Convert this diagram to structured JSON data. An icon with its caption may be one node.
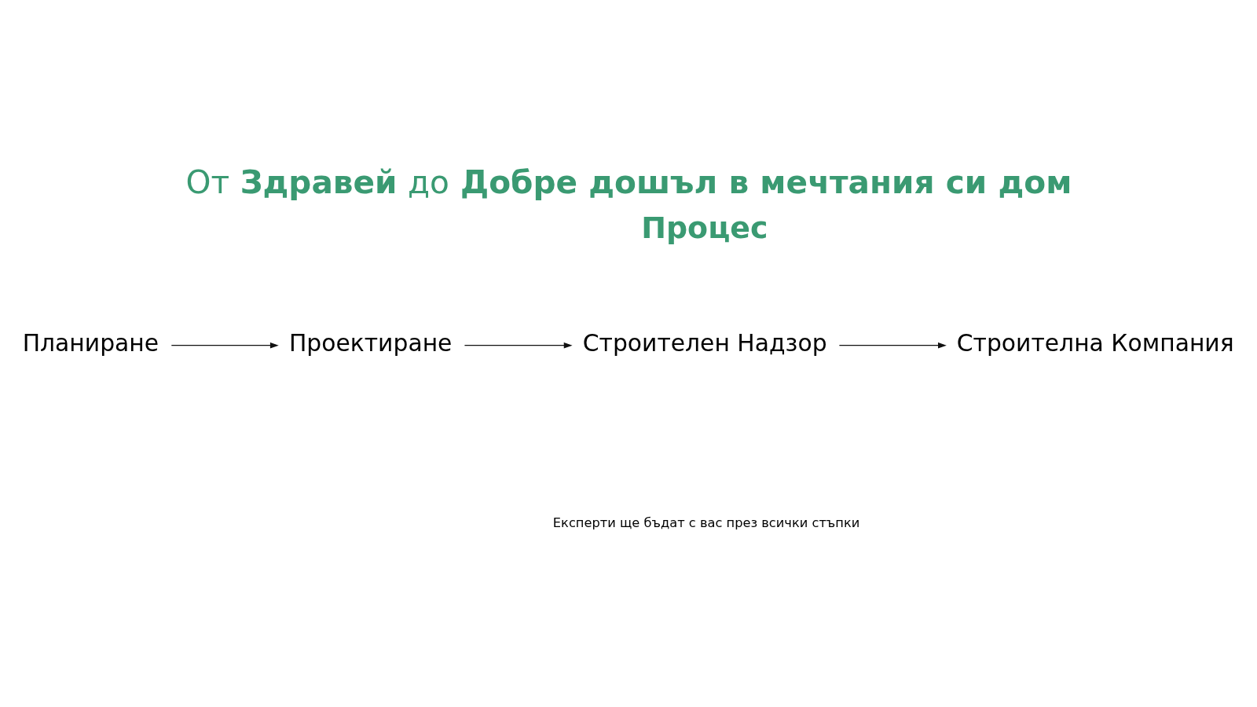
{
  "diagram": {
    "title": "От **Здравей** до **Добре дошъл в мечтания си дом**",
    "nodes": [
      {
        "text": [
          "Планиране"
        ]
      },
      {
        "text": [
          "Проектиране"
        ]
      },
      {
        "text": [
          "Строителен Надзор"
        ]
      },
      {
        "text": [
          "Строителна Компания"
        ]
      }
    ],
    "edges": [
      {
        "from": 0,
        "to": 1,
        "arrow": "to"
      },
      {
        "from": 1,
        "to": 2,
        "arrow": "to"
      },
      {
        "from": 2,
        "to": 3,
        "arrow": "to"
      }
    ],
    "labels": [
      "Процес",
      "Експерти ще бъдат с вас през всички стъпки"
    ]
  }
}
